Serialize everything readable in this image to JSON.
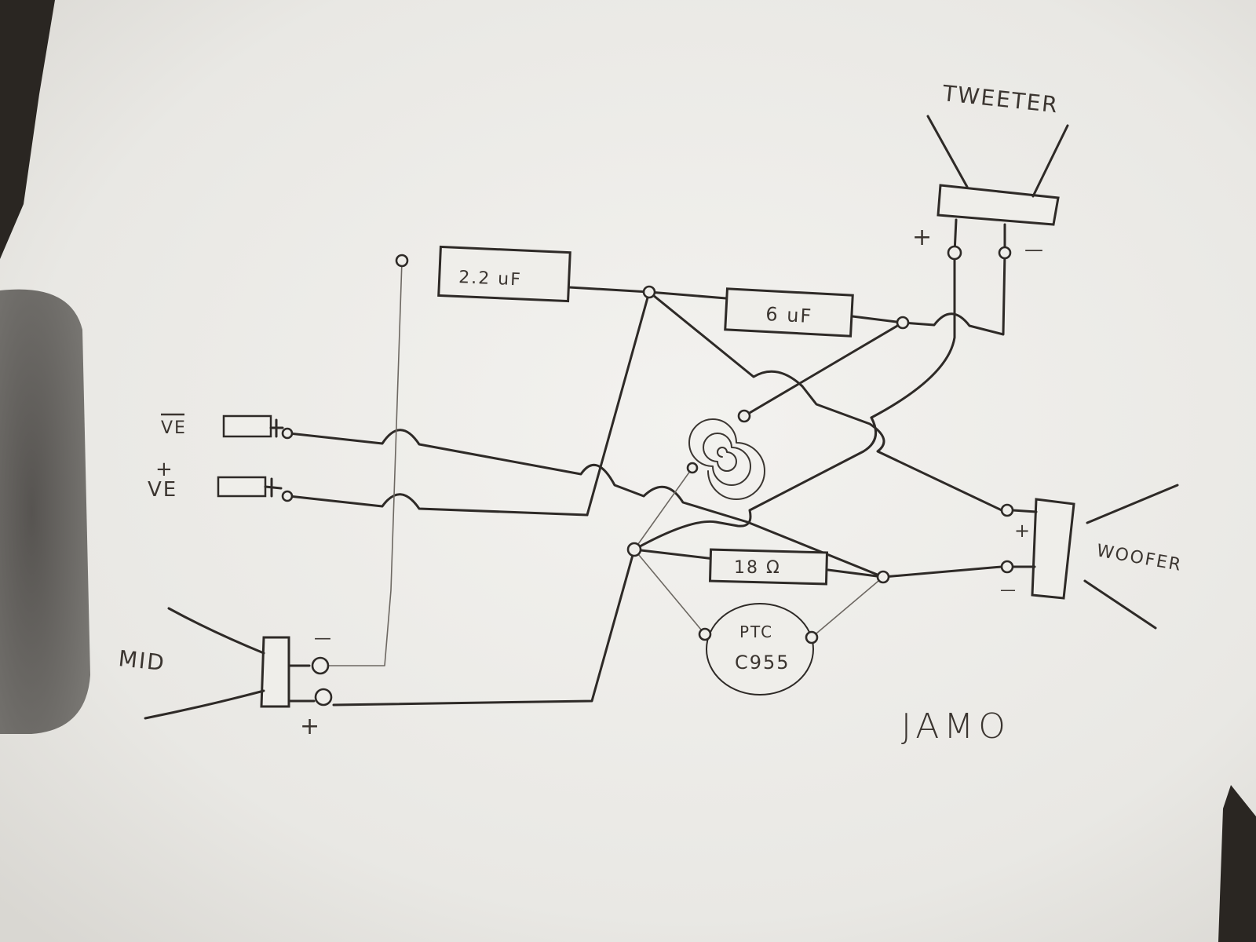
{
  "diagram": {
    "title": "JAMO",
    "drivers": {
      "tweeter": {
        "label": "TWEETER",
        "plus": "+",
        "minus": "—"
      },
      "woofer": {
        "label": "WOOFER",
        "plus": "+",
        "minus": "—"
      },
      "mid": {
        "label": "MID",
        "plus": "+",
        "minus": "—"
      }
    },
    "inputs": {
      "negative": "VE",
      "positive_sign": "+",
      "positive": "VE"
    },
    "components": {
      "cap_1": "2.2 uF",
      "cap_2": "6 uF",
      "resistor": "18 Ω",
      "ptc_line1": "PTC",
      "ptc_line2": "C955"
    }
  },
  "colors": {
    "paper": "#efeeea",
    "ink": "#2e2a27",
    "pencil": "#6d6862",
    "background": "#2a2622"
  }
}
